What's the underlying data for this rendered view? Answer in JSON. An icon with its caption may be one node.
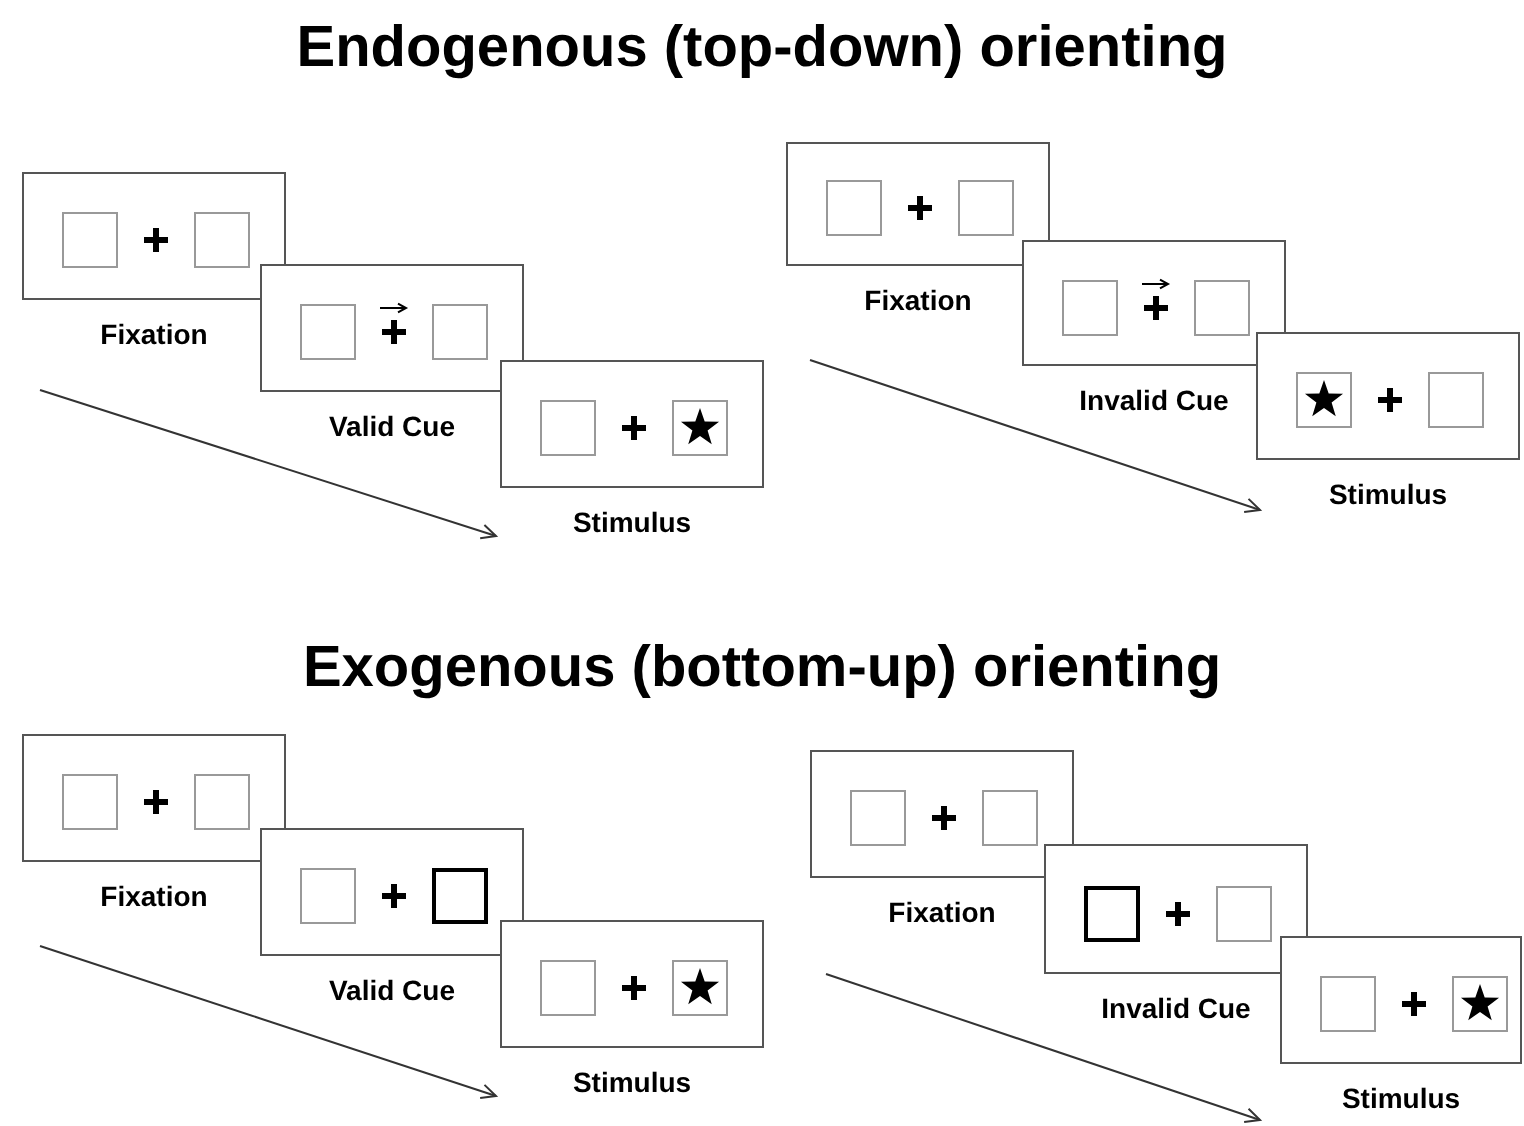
{
  "diagram": {
    "nodes": [
      {
        "text": [
          "Fixation"
        ]
      },
      {
        "text": [
          "Valid Cue"
        ]
      },
      {
        "text": [
          "Stimulus"
        ]
      },
      {
        "text": [
          "Fixation"
        ]
      },
      {
        "text": [
          "Invalid Cue"
        ]
      },
      {
        "text": [
          "Stimulus"
        ]
      },
      {
        "text": [
          "Fixation"
        ]
      },
      {
        "text": [
          "Valid Cue"
        ]
      },
      {
        "text": [
          "Stimulus"
        ]
      },
      {
        "text": [
          "Fixation"
        ]
      },
      {
        "text": [
          "Invalid Cue"
        ]
      },
      {
        "text": [
          "Stimulus"
        ]
      }
    ],
    "labels": [
      "Endogenous (top-down) orienting",
      "Exogenous (bottom-up) orienting"
    ]
  }
}
